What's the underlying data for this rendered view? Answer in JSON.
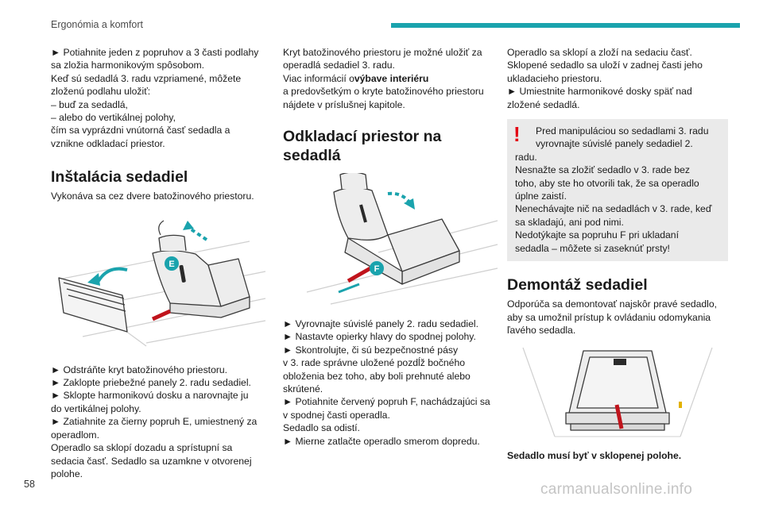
{
  "header": {
    "title": "Ergonómia a komfort"
  },
  "page_number": "58",
  "watermark": "carmanualsonline.info",
  "col1": {
    "para1": [
      "► Potiahnite jeden z popruhov a 3 časti podlahy",
      "sa zložia harmonikovým spôsobom.",
      "Keď sú sedadlá 3. radu vzpriamené, môžete",
      "zloženú podlahu uložiť:",
      "– buď za sedadlá,",
      "– alebo do vertikálnej polohy,",
      "čím sa vyprázdni vnútorná časť sedadla a",
      "vznikne odkladací priestor."
    ],
    "heading": "Inštalácia sedadiel",
    "intro": "Vykonáva sa cez dvere batožinového priestoru.",
    "figure_label": "E",
    "steps": [
      "► Odstráňte kryt batožinového priestoru.",
      "► Zaklopte priebežné panely 2. radu sedadiel.",
      "► Sklopte harmonikovú dosku a narovnajte ju",
      "do vertikálnej polohy.",
      "► Zatiahnite za čierny popruh E, umiestnený za",
      "operadlom.",
      "Operadlo sa sklopí dozadu a sprístupní sa",
      "sedacia časť. Sedadlo sa uzamkne v otvorenej",
      "polohe."
    ]
  },
  "col2": {
    "para1": [
      "Kryt batožinového priestoru je možné uložiť za",
      "operadlá sedadiel 3. radu."
    ],
    "para2_prefix": "Viac informácií o",
    "para2_bold": "výbave interiéru",
    "para2_rest": [
      "a predovšetkým o kryte batožinového priestoru",
      "nájdete v príslušnej kapitole."
    ],
    "heading": [
      "Odkladací priestor na",
      "sedadlá"
    ],
    "figure_label": "F",
    "steps": [
      "► Vyrovnajte súvislé panely 2. radu sedadiel.",
      "► Nastavte opierky hlavy do spodnej polohy.",
      "► Skontrolujte, či sú bezpečnostné pásy",
      "v 3. rade správne uložené pozdĺž bočného",
      "obloženia bez toho, aby boli prehnuté alebo",
      "skrútené.",
      "► Potiahnite červený popruh F, nachádzajúci sa",
      "v spodnej časti operadla.",
      "Sedadlo sa odistí.",
      "► Mierne zatlačte operadlo smerom dopredu."
    ]
  },
  "col3": {
    "para1": [
      "Operadlo sa sklopí a zloží na sedaciu časť.",
      "Sklopené sedadlo sa uloží v zadnej časti jeho",
      "ukladacieho priestoru.",
      "► Umiestnite harmonikové dosky späť nad",
      "zložené sedadlá."
    ],
    "warning_mark": "!",
    "warning": [
      "Pred manipuláciou so sedadlami 3. radu",
      "vyrovnajte súvislé panely sedadiel 2.",
      "radu.",
      "Nesnažte sa zložiť sedadlo v 3.  rade bez",
      "toho, aby ste ho otvorili tak, že sa operadlo",
      "úplne zaistí.",
      "Nenechávajte nič na sedadlách v 3. rade, keď",
      "sa skladajú, ani pod nimi.",
      "Nedotýkajte sa popruhu F pri ukladaní",
      "sedadla – môžete si zaseknúť prsty!"
    ],
    "heading": "Demontáž sedadiel",
    "intro": [
      "Odporúča sa demontovať najskôr pravé sedadlo,",
      "aby sa umožnil prístup k ovládaniu odomykania",
      "ľavého sedadla."
    ],
    "caption": "Sedadlo musí byť v sklopenej polohe."
  },
  "colors": {
    "accent": "#1aa3ad",
    "warning": "#e30613",
    "strap": "#c0141c"
  }
}
